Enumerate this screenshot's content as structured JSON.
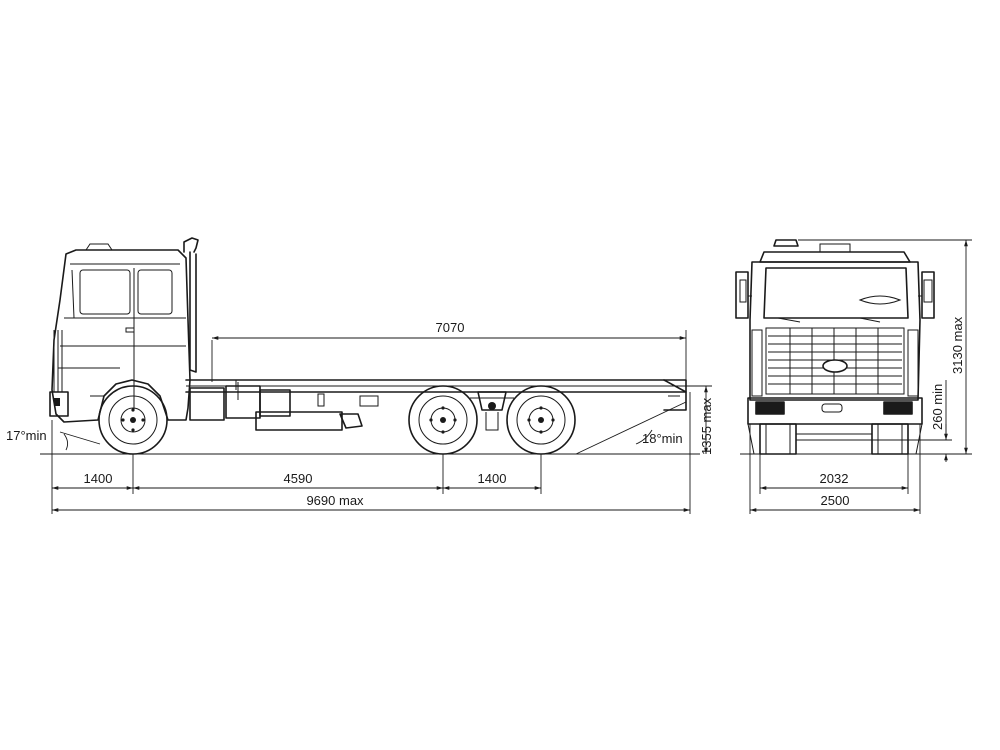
{
  "dimensions": {
    "front_overhang": "1400",
    "wheelbase": "4590",
    "bogie_spacing": "1400",
    "overall_length": "9690 max",
    "frame_length": "7070",
    "frame_height": "1355 max",
    "approach_angle": "17°min",
    "departure_angle": "18°min",
    "track_width": "2032",
    "overall_width": "2500",
    "overall_height": "3130 max",
    "ground_clearance": "260 min"
  }
}
